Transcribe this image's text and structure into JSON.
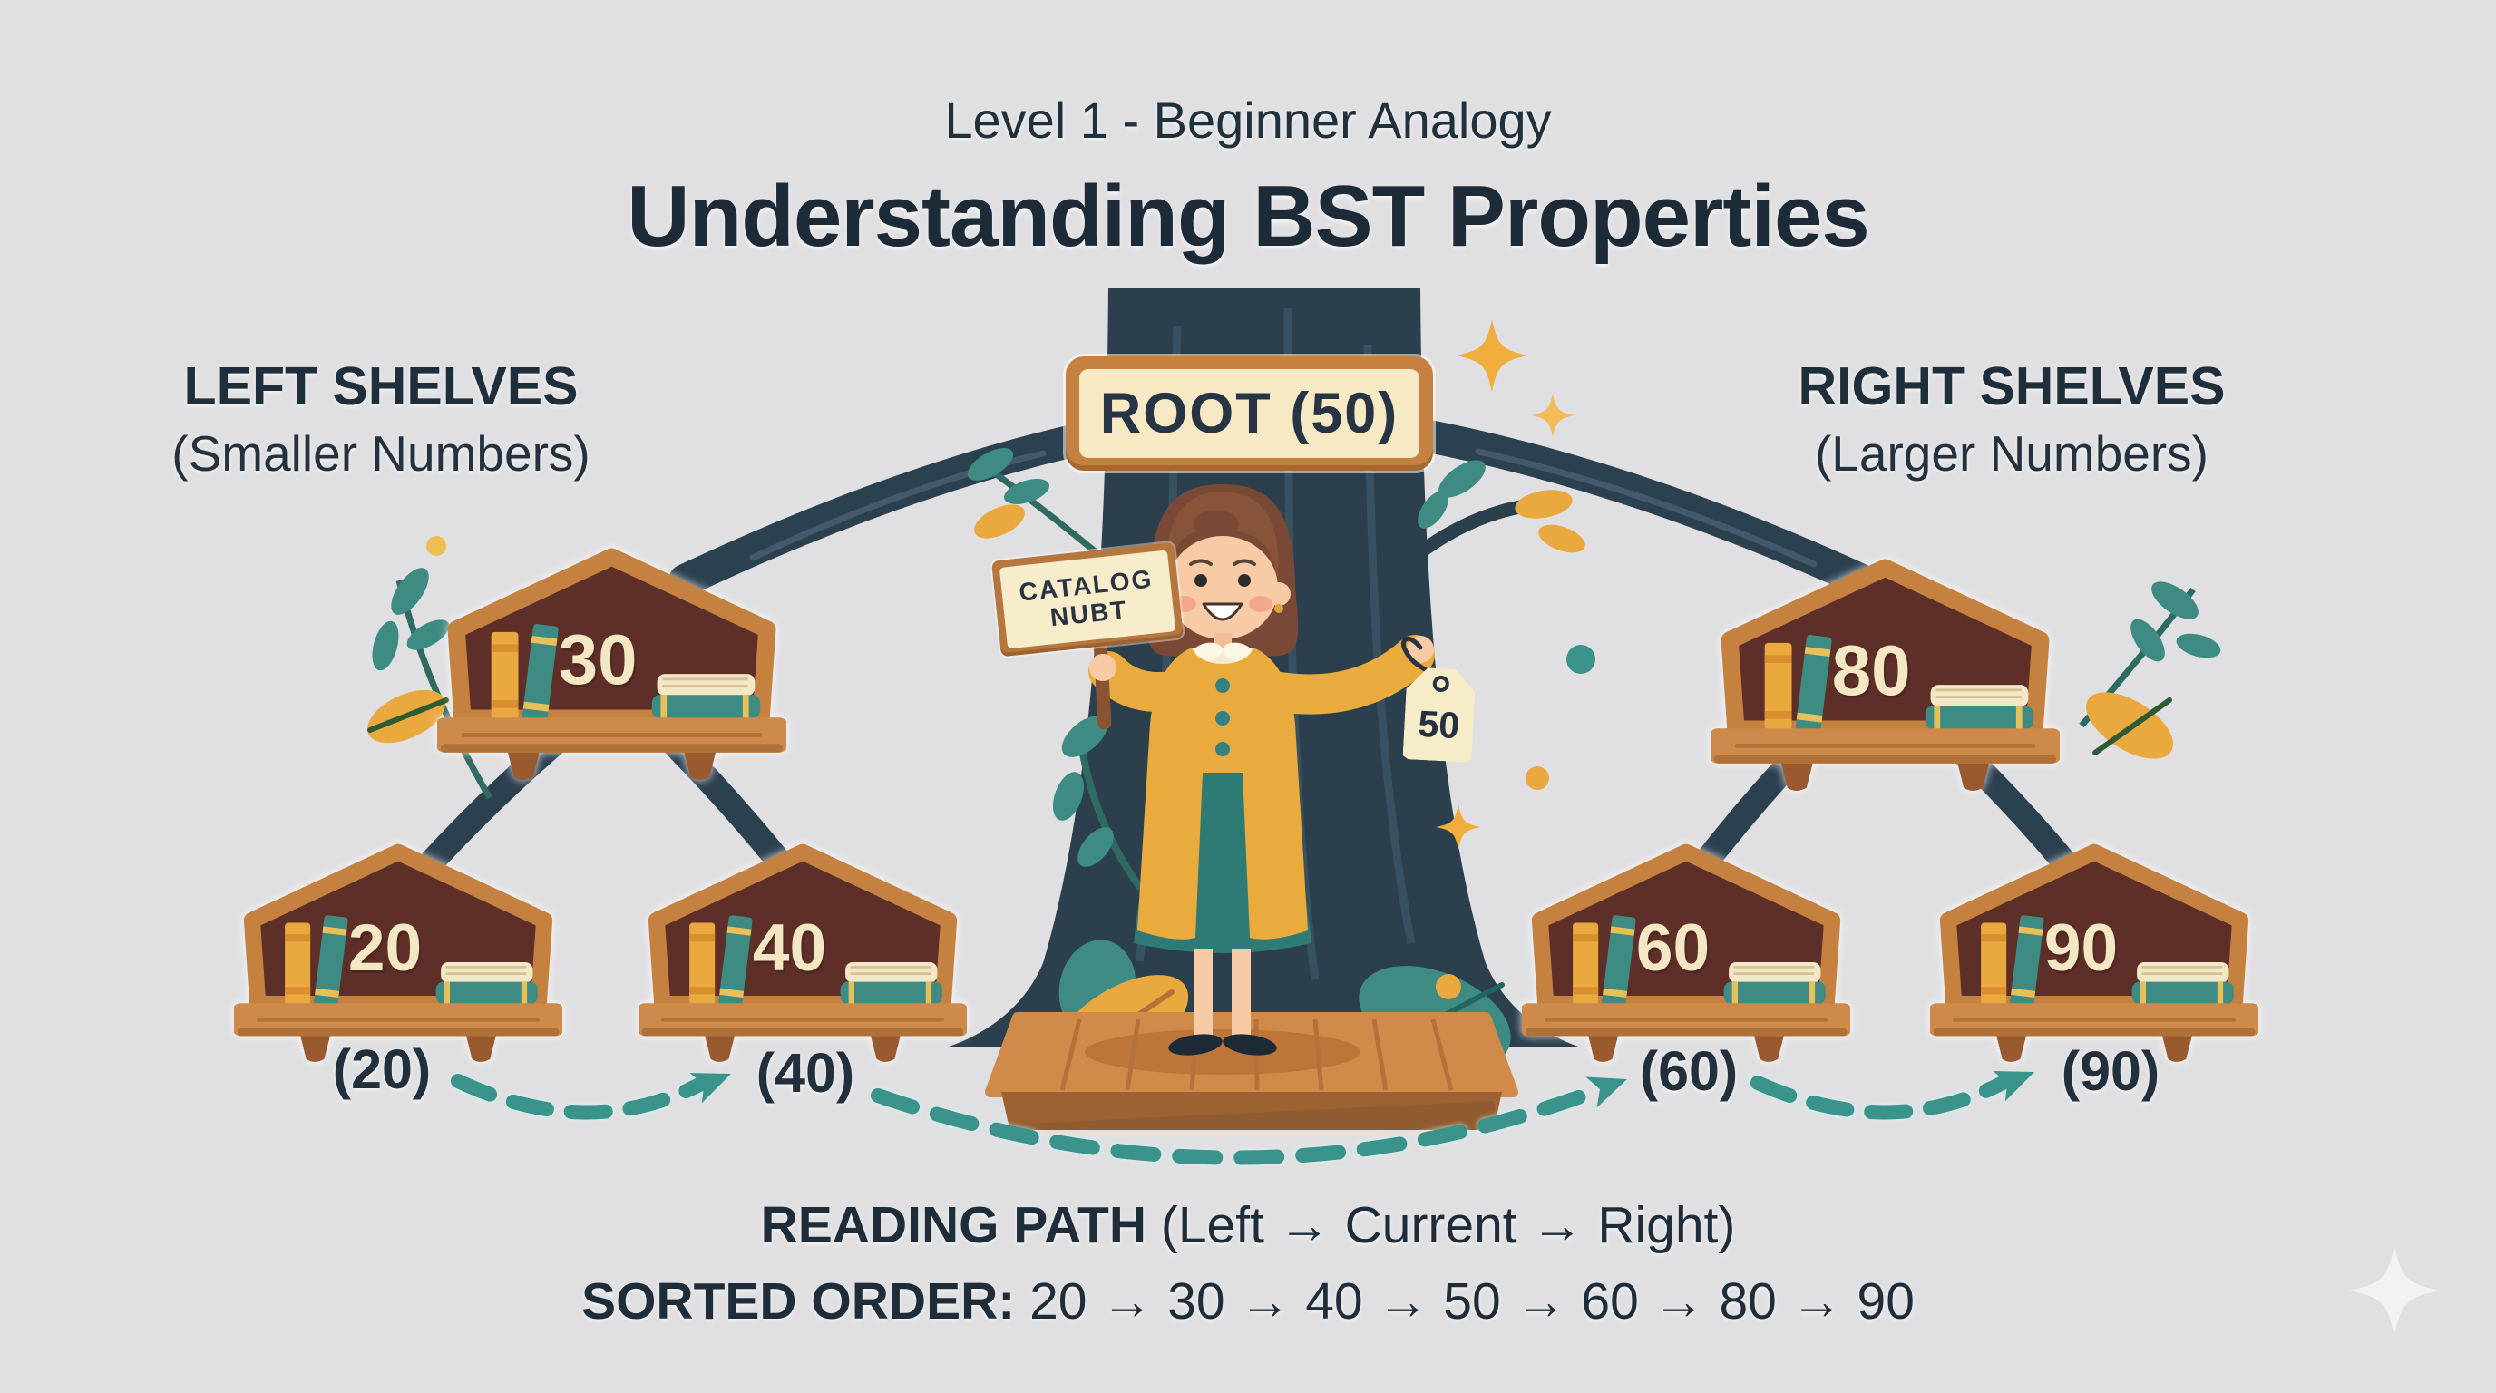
{
  "header": {
    "subtitle": "Level 1 - Beginner Analogy",
    "title": "Understanding BST Properties"
  },
  "sections": {
    "left": {
      "label": "LEFT SHELVES",
      "sublabel": "(Smaller Numbers)"
    },
    "right": {
      "label": "RIGHT SHELVES",
      "sublabel": "(Larger Numbers)"
    }
  },
  "tree": {
    "root_sign": "ROOT (50)",
    "catalog_sign": {
      "line1": "CATALOG",
      "line2": "NUBT"
    },
    "tag": "50"
  },
  "shelves": {
    "s30": "30",
    "s20": "20",
    "s40": "40",
    "s80": "80",
    "s60": "60",
    "s90": "90"
  },
  "path_labels": {
    "p20": "(20)",
    "p40": "(40)",
    "p60": "(60)",
    "p90": "(90)"
  },
  "footer": {
    "reading_bold": "READING PATH",
    "reading_rest": " (Left → Current → Right)",
    "sorted_bold": "SORTED ORDER:",
    "sorted_rest": " 20 → 30 → 40 → 50 → 60 → 80 → 90"
  },
  "colors": {
    "background": "#e0e0e2",
    "ink": "#22303e",
    "wood_frame": "#c5813f",
    "wood_board": "#cd8a4a",
    "wood_dark": "#9c6232",
    "shelf_interior": "#5d2f28",
    "number_cream": "#f3e8c3",
    "sign_cream": "#f8e9c5",
    "teal": "#3a948b",
    "teal_book": "#3e8b84",
    "skirt_teal": "#2e7b76",
    "yellow": "#eaa93f",
    "trunk_navy": "#2b3f4c"
  }
}
